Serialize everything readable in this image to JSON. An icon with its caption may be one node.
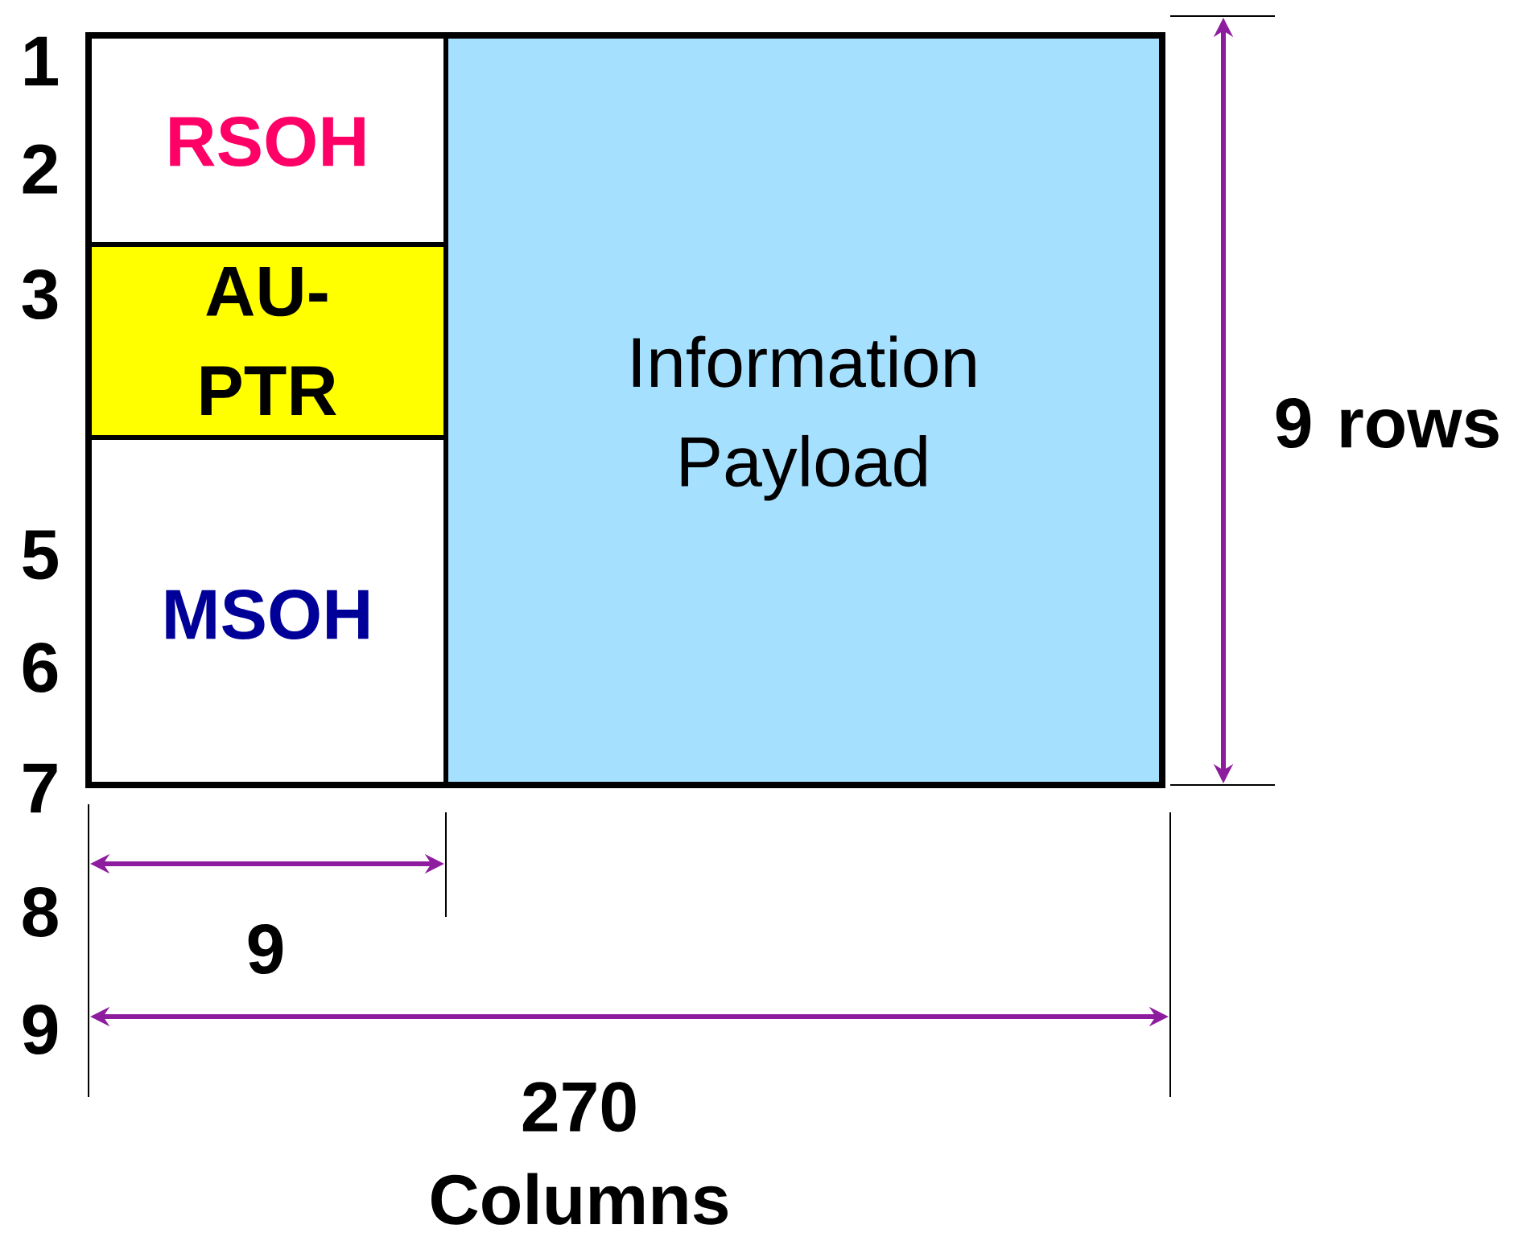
{
  "diagram": {
    "nodes": [
      {
        "text": [
          "RSOH"
        ]
      },
      {
        "text": [
          "AU-PTR"
        ]
      },
      {
        "text": [
          "MSOH"
        ]
      },
      {
        "text": [
          "Information Payload"
        ]
      }
    ],
    "labels": [
      "1",
      "2",
      "3",
      "5",
      "6",
      "7",
      "8",
      "9",
      "9 rows",
      "9",
      "270 Columns"
    ]
  }
}
